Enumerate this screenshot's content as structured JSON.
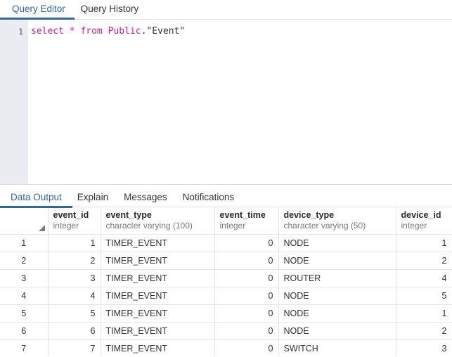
{
  "editor_tabs": {
    "items": [
      {
        "label": "Query Editor",
        "active": true
      },
      {
        "label": "Query History",
        "active": false
      }
    ]
  },
  "editor": {
    "line_number": "1",
    "sql_tokens": [
      {
        "text": "select",
        "kind": "keyword"
      },
      {
        "text": " ",
        "kind": "plain"
      },
      {
        "text": "*",
        "kind": "operator"
      },
      {
        "text": " ",
        "kind": "plain"
      },
      {
        "text": "from",
        "kind": "keyword"
      },
      {
        "text": " ",
        "kind": "plain"
      },
      {
        "text": "Public",
        "kind": "keyword"
      },
      {
        "text": ".\"Event\"",
        "kind": "plain"
      }
    ],
    "sql_text": "select * from Public.\"Event\""
  },
  "result_tabs": {
    "items": [
      {
        "label": "Data Output",
        "active": true
      },
      {
        "label": "Explain",
        "active": false
      },
      {
        "label": "Messages",
        "active": false
      },
      {
        "label": "Notifications",
        "active": false
      }
    ]
  },
  "grid": {
    "corner_icon": "sort-corner-icon",
    "columns": [
      {
        "name": "event_id",
        "type": "integer",
        "align": "num"
      },
      {
        "name": "event_type",
        "type": "character varying (100)",
        "align": "txt"
      },
      {
        "name": "event_time",
        "type": "integer",
        "align": "num"
      },
      {
        "name": "device_type",
        "type": "character varying (50)",
        "align": "txt"
      },
      {
        "name": "device_id",
        "type": "integer",
        "align": "num"
      }
    ],
    "rows": [
      {
        "n": "1",
        "cells": [
          "1",
          "TIMER_EVENT",
          "0",
          "NODE",
          "1"
        ]
      },
      {
        "n": "2",
        "cells": [
          "2",
          "TIMER_EVENT",
          "0",
          "NODE",
          "2"
        ]
      },
      {
        "n": "3",
        "cells": [
          "3",
          "TIMER_EVENT",
          "0",
          "ROUTER",
          "4"
        ]
      },
      {
        "n": "4",
        "cells": [
          "4",
          "TIMER_EVENT",
          "0",
          "NODE",
          "5"
        ]
      },
      {
        "n": "5",
        "cells": [
          "5",
          "TIMER_EVENT",
          "0",
          "NODE",
          "1"
        ]
      },
      {
        "n": "6",
        "cells": [
          "6",
          "TIMER_EVENT",
          "0",
          "NODE",
          "2"
        ]
      },
      {
        "n": "7",
        "cells": [
          "7",
          "TIMER_EVENT",
          "0",
          "SWITCH",
          "3"
        ]
      }
    ]
  },
  "colors": {
    "accent_blue": "#336699",
    "keyword_magenta": "#c7208a",
    "gutter_bg": "#e9edf1",
    "grid_line": "#dfe1e5"
  }
}
